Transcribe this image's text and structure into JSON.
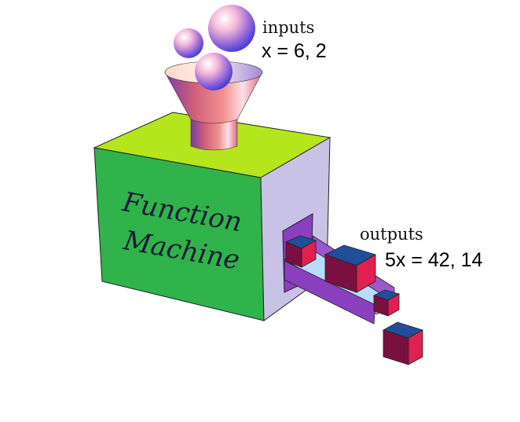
{
  "machine": {
    "line1": "Function",
    "line2": "Machine"
  },
  "inputs": {
    "label": "inputs",
    "values": "x = 6, 2"
  },
  "outputs": {
    "label": "outputs",
    "values": "5x = 42, 14"
  },
  "colors": {
    "box_front": "#2fb34a",
    "box_top": "#b5e61d",
    "box_side": "#c8c3e6",
    "funnel": "#d96a7a",
    "chute": "#8a3fbf",
    "cube_top": "#1f4f9a",
    "cube_front": "#7a1040",
    "cube_side": "#e0204f"
  }
}
